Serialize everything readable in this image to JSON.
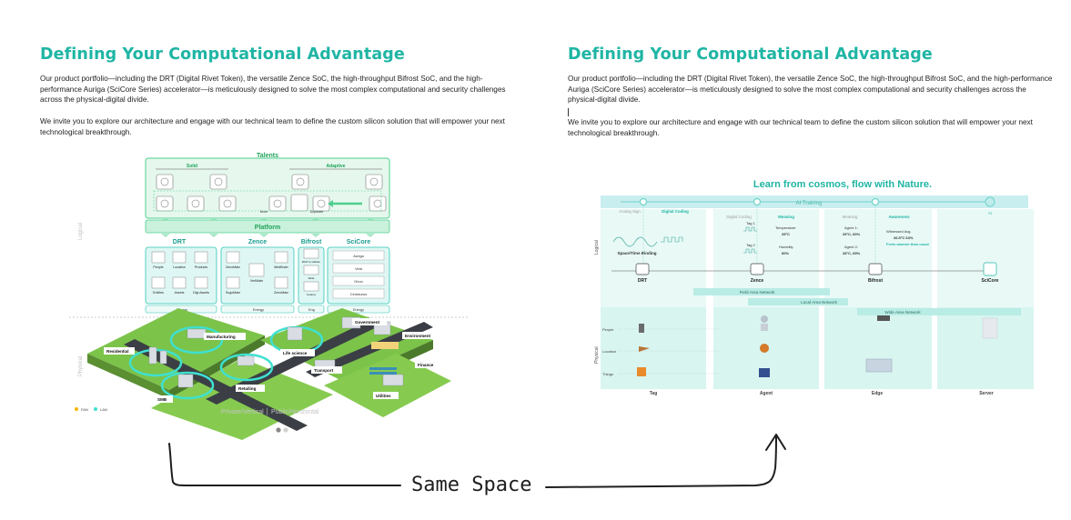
{
  "left_panel": {
    "title": "Defining Your Computational Advantage",
    "paragraph1": "Our product portfolio—including the DRT (Digital Rivet Token), the versatile Zence SoC, the high-throughput Bifrost SoC, and the high-performance Auriga (SciCore Series) accelerator—is meticulously designed to solve the most complex computational and security challenges across the physical-digital divide.",
    "paragraph2": "We invite you to explore our architecture and engage with our technical team to define the custom silicon solution that will empower your next technological breakthrough.",
    "diagram": {
      "talents": "Talents",
      "solid": "Solid",
      "adaptive": "Adaptive",
      "move": "Move",
      "duplicate": "Duplicate",
      "platform": "Platform",
      "logical": "Logical",
      "physical": "Physical",
      "drt": "DRT",
      "zence": "Zence",
      "bifrost": "Bifrost",
      "scicore": "SciCore",
      "drt_items": [
        "People",
        "Location",
        "Products",
        "Entities",
        "Assets",
        "Digi Assets"
      ],
      "zence_items": [
        "ZenoMatz",
        "MedBrain",
        "SugoMatz",
        "ZenoMatz"
      ],
      "zence_center": "VeriMate",
      "bifrost_items": [
        "MCP to Hidden",
        "Wide",
        "Fedora"
      ],
      "scicore_items": [
        "Auriga",
        "Vela",
        "Orion",
        "Centaurus"
      ],
      "energy": "Energy",
      "energy_short": "Eng",
      "sectors": [
        "Residential",
        "Manufacturing",
        "Life science",
        "Government",
        "Environment",
        "Finance",
        "Transport",
        "Retailing",
        "SMB",
        "Utilities"
      ],
      "legend_wan": "FAN",
      "legend_lan": "LAN",
      "private_public": "Private/Vertical │ Public/Horizontal"
    }
  },
  "right_panel": {
    "title": "Defining Your Computational Advantage",
    "paragraph1": "Our product portfolio—including the DRT (Digital Rivet Token), the versatile Zence SoC, the high-throughput Bifrost SoC, and the high-performance Auriga (SciCore Series) accelerator—is meticulously designed to solve the most complex computational and security challenges across the physical-digital divide.",
    "paragraph2": "We invite you to explore our architecture and engage with our technical team to define the custom silicon solution that will empower your next technological breakthrough.",
    "diagram": {
      "heading": "Learn from cosmos, flow with Nature.",
      "ai_training": "AI Training",
      "ai": "AI",
      "logical": "Logical",
      "physical": "Physical",
      "stages": [
        "Analog Sign",
        "Digital Coding",
        "Digital Coding",
        "Meaning",
        "Meaning",
        "Awareness"
      ],
      "tag1": "Tag 1",
      "tag2": "Tag 2",
      "temperature": "Temperature",
      "temperature_value": "25°C",
      "humidity": "Humidity",
      "humidity_value": "60%",
      "agent1": "Agent 1:",
      "agent1_value": "25°C, 60%",
      "agent2": "Agent 2:",
      "agent2_value": "28°C, 65%",
      "witnessed": "Witnessed Avg.",
      "witnessed_values": "26.5°C 63%",
      "feels": "Feels warmer than usual",
      "space_time": "Space/Time Binding",
      "chips": [
        "DRT",
        "Zence",
        "Bifrost",
        "SciCore"
      ],
      "field_network": "Field Area Network",
      "local_network": "Local Area Network",
      "wide_network": "Wide Area Network",
      "rows": [
        "People",
        "Location",
        "Things"
      ],
      "columns": [
        "Tag",
        "Agent",
        "Edge",
        "Server"
      ]
    }
  },
  "annotation": {
    "label": "Same Space"
  },
  "colors": {
    "accent": "#1fb5a4",
    "light_teal": "#dff7f1",
    "green_frame": "#4fcf8e",
    "grass": "#7cc34a",
    "road": "#3b3f45"
  }
}
